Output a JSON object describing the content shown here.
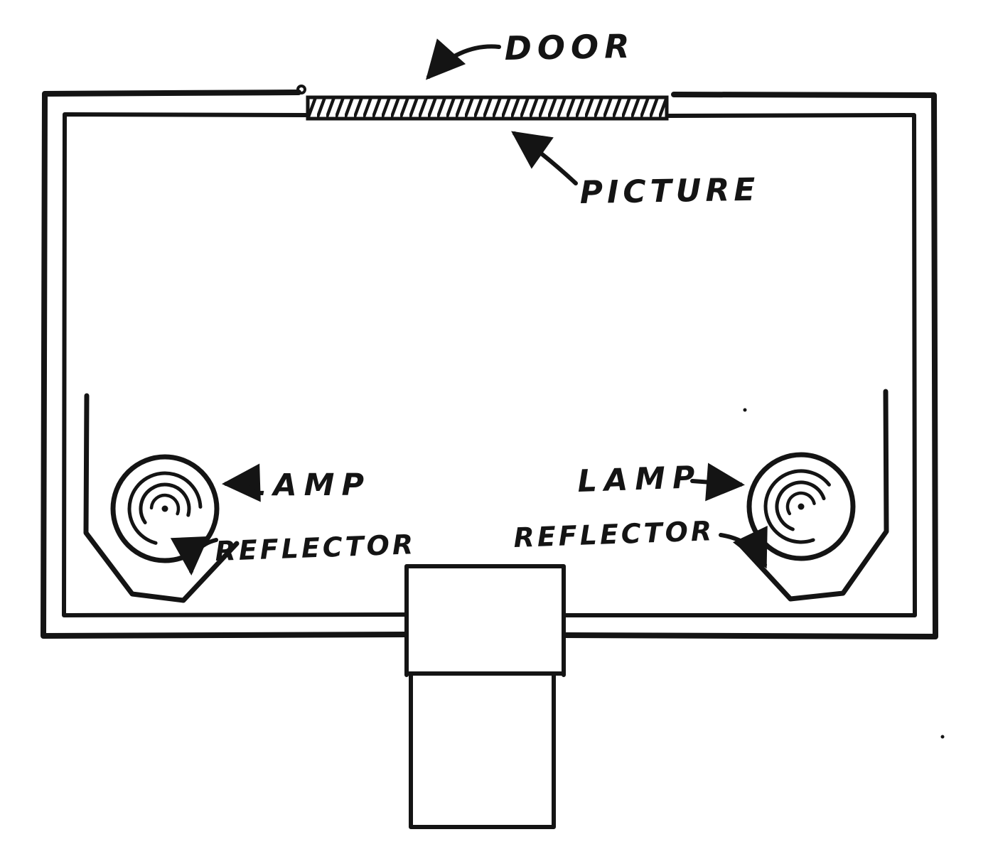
{
  "diagram": {
    "labels": {
      "door": "DOOR",
      "picture": "PICTURE",
      "lamp_left": "LAMP",
      "lamp_right": "LAMP",
      "reflector_left": "REFLECTOR",
      "reflector_right": "REFLECTOR"
    },
    "colors": {
      "ink": "#141414",
      "background": "#ffffff"
    }
  }
}
